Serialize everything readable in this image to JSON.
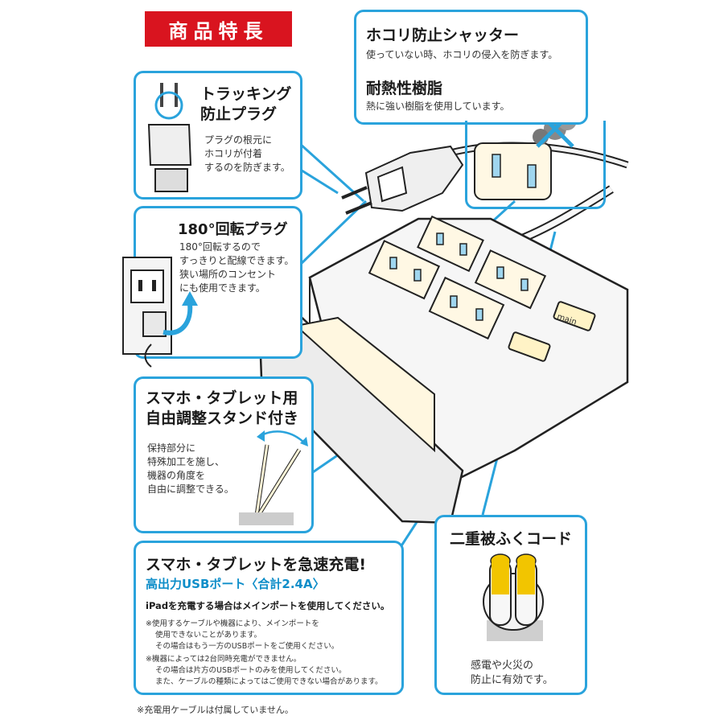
{
  "header": {
    "badge": "商品特長"
  },
  "box_shutter": {
    "title": "ホコリ防止シャッター",
    "text": "使っていない時、ホコリの侵入を防ぎます。",
    "title2": "耐熱性樹脂",
    "text2": "熱に強い樹脂を使用しています。"
  },
  "box_tracking": {
    "title_line1": "トラッキング",
    "title_line2": "防止プラグ",
    "text_line1": "プラグの根元に",
    "text_line2": "ホコリが付着",
    "text_line3": "するのを防ぎます。"
  },
  "box_rotate": {
    "title": "180°回転プラグ",
    "text_line1": "180°回転するので",
    "text_line2": "すっきりと配線できます。",
    "text_line3": "狭い場所のコンセント",
    "text_line4": "にも使用できます。"
  },
  "box_stand": {
    "title_line1": "スマホ・タブレット用",
    "title_line2": "自由調整スタンド付き",
    "text_line1": "保持部分に",
    "text_line2": "特殊加工を施し、",
    "text_line3": "機器の角度を",
    "text_line4": "自由に調整できる。"
  },
  "box_usb": {
    "title": "スマホ・タブレットを急速充電!",
    "subtitle": "高出力USBポート〈合計2.4A〉",
    "note_main": "iPadを充電する場合はメインポートを使用してください。",
    "note1_line1": "※使用するケーブルや機器により、メインポートを",
    "note1_line2": "使用できないことがあります。",
    "note1_line3": "その場合はもう一方のUSBポートをご使用ください。",
    "note2_line1": "※機器によっては2台同時充電ができません。",
    "note2_line2": "その場合は片方のUSBポートのみを使用してください。",
    "note2_line3": "また、ケーブルの種類によってはご使用できない場合があります。"
  },
  "box_cord": {
    "title": "二重被ふくコード",
    "text_line1": "感電や火災の",
    "text_line2": "防止に有効です。"
  },
  "product": {
    "usb_main_label": "main"
  },
  "footer": {
    "note": "※充電用ケーブルは付属していません。"
  },
  "colors": {
    "accent": "#2aa3dc",
    "badge": "#d9141f",
    "usb_sub": "#0f8ec9",
    "cord_core": "#f2c500"
  }
}
